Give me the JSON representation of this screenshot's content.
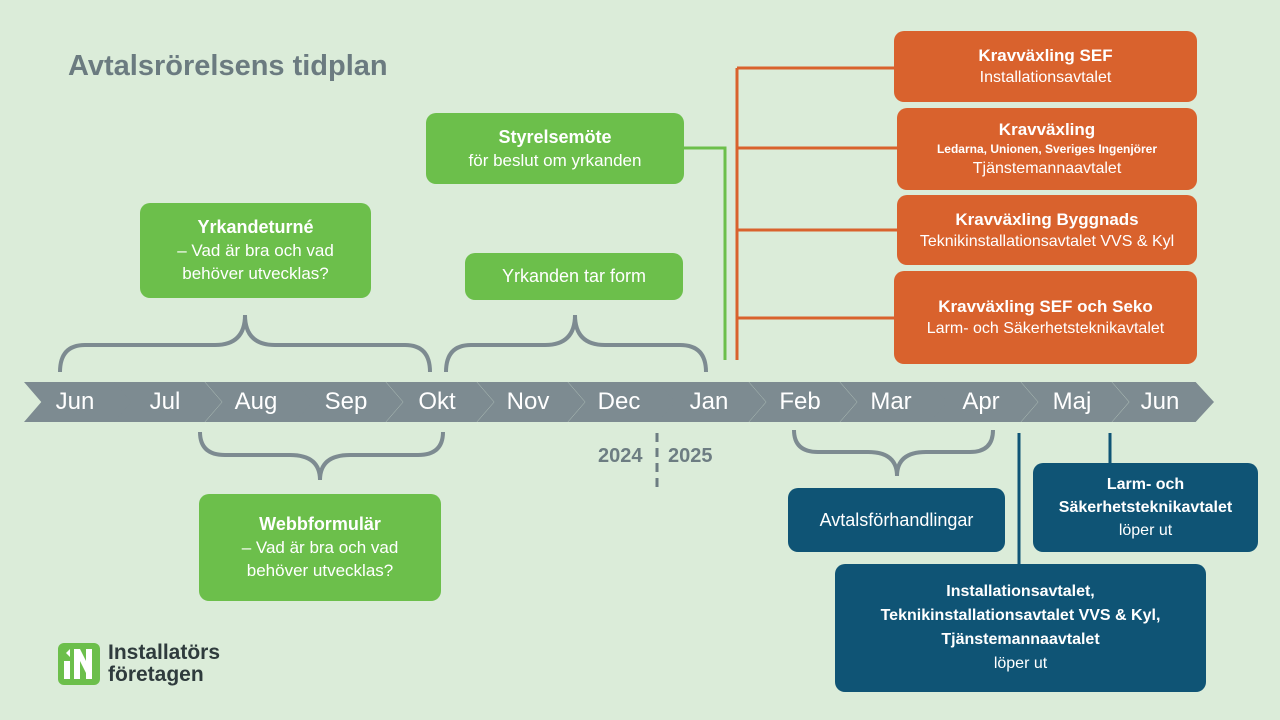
{
  "title": "Avtalsrörelsens tidplan",
  "colors": {
    "background": "#dbecd9",
    "green": "#6cbf4b",
    "orange": "#d9622d",
    "navy": "#0f5475",
    "gray": "#7d8b91"
  },
  "timeline": {
    "months": [
      "Jun",
      "Jul",
      "Aug",
      "Sep",
      "Okt",
      "Nov",
      "Dec",
      "Jan",
      "Feb",
      "Mar",
      "Apr",
      "Maj",
      "Jun"
    ],
    "year_left": "2024",
    "year_right": "2025"
  },
  "boxes": {
    "yrkandeturne": {
      "title": "Yrkandeturné",
      "line1": "– Vad är bra och vad",
      "line2": "behöver utvecklas?"
    },
    "webbformular": {
      "title": "Webbformulär",
      "line1": "– Vad är bra och vad",
      "line2": "behöver utvecklas?"
    },
    "styrelsemote": {
      "title": "Styrelsemöte",
      "line1": "för beslut om yrkanden"
    },
    "yrkanden": {
      "text": "Yrkanden tar form"
    },
    "krav_sef": {
      "title": "Kravväxling SEF",
      "line1": "Installationsavtalet"
    },
    "krav_ledarna": {
      "title": "Kravväxling",
      "small": "Ledarna, Unionen, Sveriges Ingenjörer",
      "line1": "Tjänstemannaavtalet"
    },
    "krav_byggnads": {
      "title": "Kravväxling Byggnads",
      "line1": "Teknikinstallationsavtalet VVS & Kyl"
    },
    "krav_sef_seko": {
      "title": "Kravväxling SEF och Seko",
      "line1": "Larm- och Säkerhetsteknikavtalet"
    },
    "forhandlingar": {
      "text": "Avtalsförhandlingar"
    },
    "larm": {
      "line1": "Larm- och",
      "line2": "Säkerhetsteknikavtalet",
      "line3": "löper ut"
    },
    "installation": {
      "line1": "Installationsavtalet,",
      "line2": "Teknikinstallationsavtalet VVS & Kyl,",
      "line3": "Tjänstemannaavtalet",
      "line4": "löper ut"
    }
  },
  "logo": {
    "line1": "Installatörs",
    "line2": "företagen",
    "icon": "in-logo-icon"
  }
}
